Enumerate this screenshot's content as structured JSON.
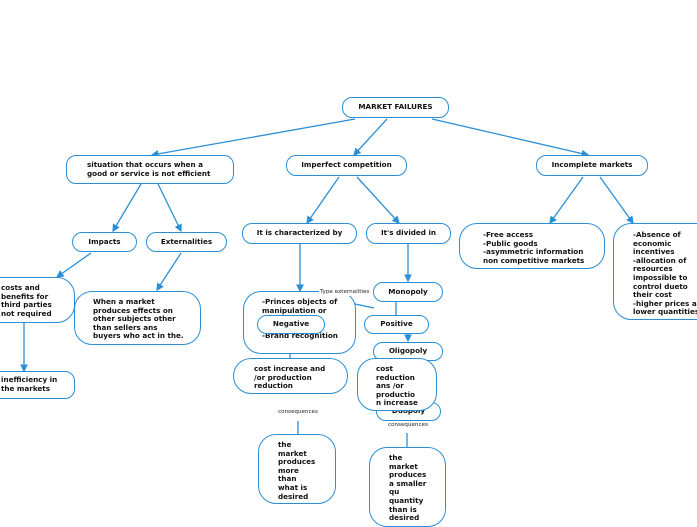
{
  "colors": {
    "line": "#2b8fd6",
    "border": "#2b8fd6",
    "text": "#111111"
  },
  "root": "MARKET FAILURES",
  "level1": {
    "situation": "situation that occurs when a\ngood or service is not efficient",
    "imperfect": "Imperfect competition",
    "incomplete": "Incomplete markets"
  },
  "situation_children": {
    "impacts": "Impacts",
    "externalities": "Externalities",
    "costs": "costs and\nbenefits for\nthird parties\nnot required",
    "inefficiency": "inefficiency in\nthe markets",
    "market_produces": "When a market\nproduces effects on\nother subjects other\nthan sellers ans\nbuyers who act in the."
  },
  "imperfect_children": {
    "characterized": "It is characterized by",
    "divided": "It's divided in",
    "princes": "-Princes objects of\nmanipulation or\nr\nproducts\n-Brand recognition",
    "negative": "Negative",
    "positive": "Positive",
    "type_label": "Type externalities",
    "cost_increase": "cost increase and\n/or production\nreduction",
    "cost_reduction": "cost\nreduction\nans /or\nproductio\nn increase",
    "consequences1": "consequences",
    "consequences2": "consequences",
    "more_desired": "the\nmarket\nproduces\nmore\nthan\nwhat is\ndesired",
    "smaller": "the\nmarket\nproduces\na smaller\nqu\nquantity\nthan is\ndesired",
    "monopoly": "Monopoly",
    "oligopoly": "Oligopoly",
    "duopoly": "Duopoly"
  },
  "incomplete_children": {
    "free_access": "-Free access\n-Public goods\n-asymmetric information\nnon competitive markets",
    "absence": "-Absence of\neconomic\nincentives\n-allocation of\nresources\nimpossible to\ncontrol dueto\ntheir cost\n-higher prices and\nlower quantities"
  }
}
